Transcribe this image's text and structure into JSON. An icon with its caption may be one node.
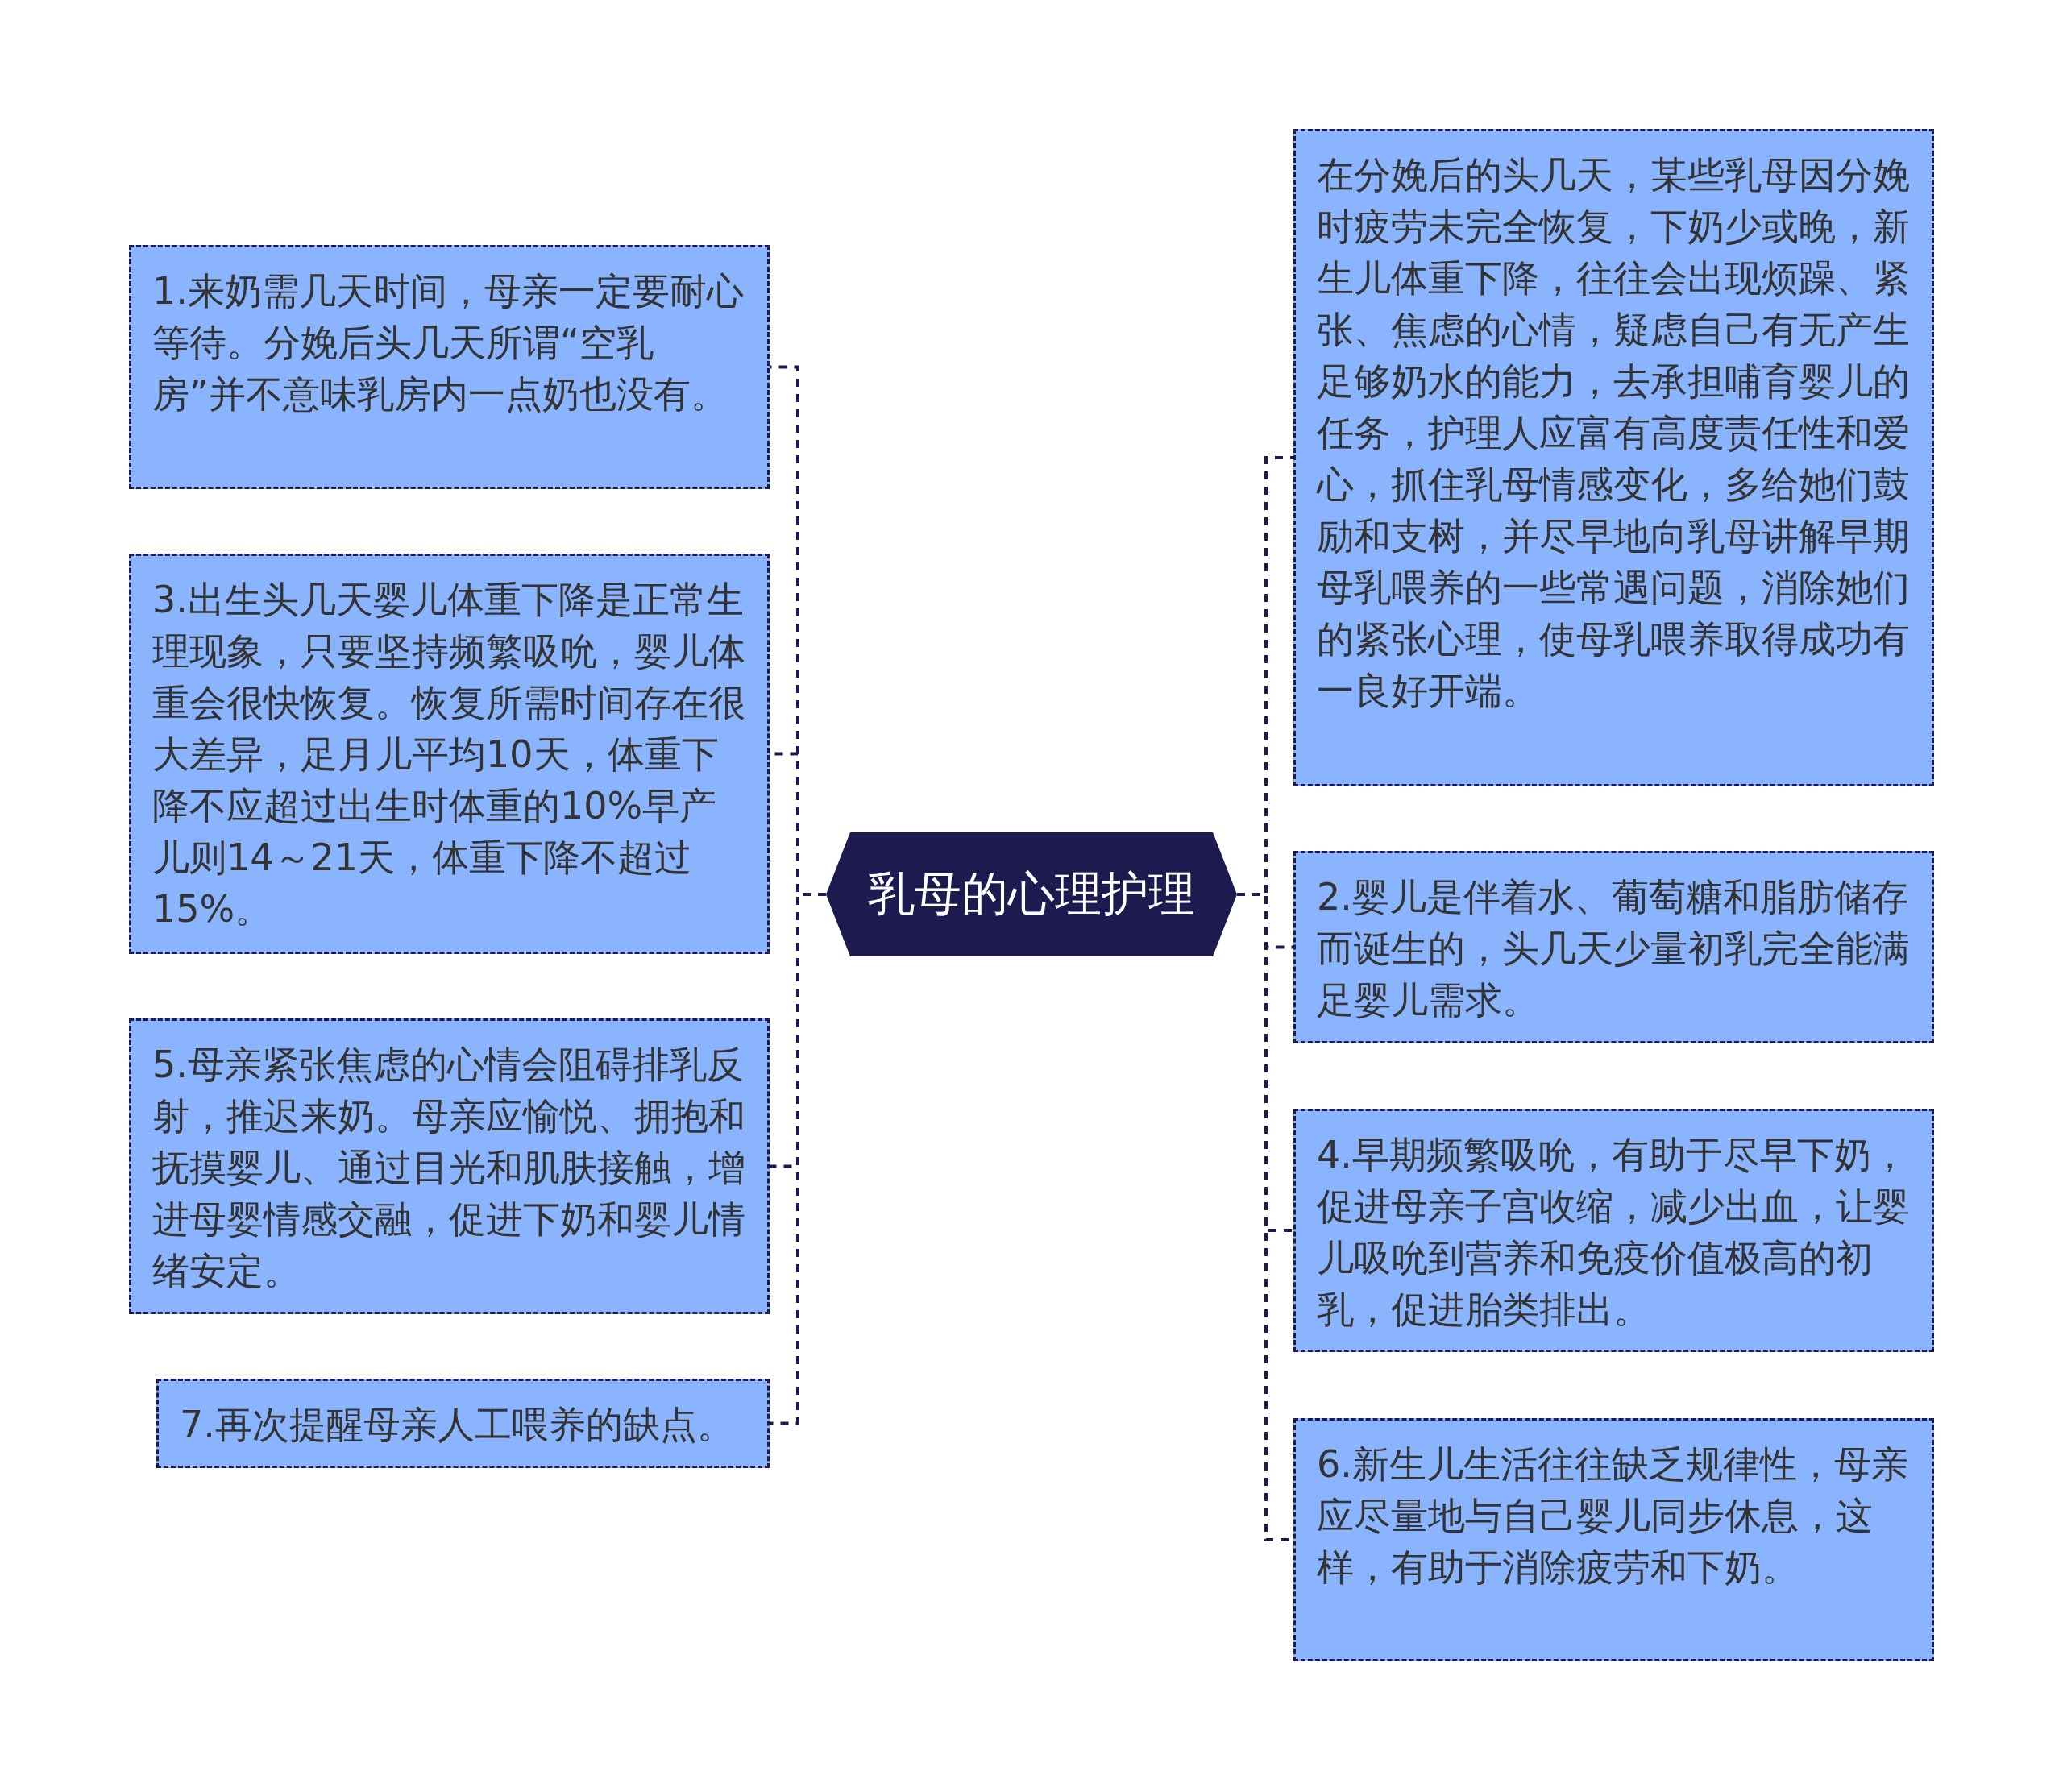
{
  "diagram": {
    "nodes": [
      {
        "text": [
          "乳母的心理护理"
        ]
      },
      {
        "text": [
          "1.来奶需几天时间，母亲一定要耐心等待。分娩后头几天所谓“空乳房”并不意味乳房内一点奶也没有。"
        ]
      },
      {
        "text": [
          "3.出生头几天婴儿体重下降是正常生理现象，只要坚持频繁吸吮，婴儿体重会很快恢复。恢复所需时间存在很大差异，足月儿平均10天，体重下降不应超过出生时体重的10%早产儿则14～21天，体重下降不超过15%。"
        ]
      },
      {
        "text": [
          "5.母亲紧张焦虑的心情会阻碍排乳反射，推迟来奶。母亲应愉悦、拥抱和抚摸婴儿、通过目光和肌肤接触，增进母婴情感交融，促进下奶和婴儿情绪安定。"
        ]
      },
      {
        "text": [
          "7.再次提醒母亲人工喂养的缺点。"
        ]
      },
      {
        "text": [
          "在分娩后的头几天，某些乳母因分娩时疲劳未完全恢复，下奶少或晚，新生儿体重下降，往往会出现烦躁、紧张、焦虑的心情，疑虑自己有无产生足够奶水的能力，去承担哺育婴儿的任务，护理人应富有高度责任性和爱心，抓住乳母情感变化，多给她们鼓励和支树，并尽早地向乳母讲解早期母乳喂养的一些常遇问题，消除她们的紧张心理，使母乳喂养取得成功有一良好开端。"
        ]
      },
      {
        "text": [
          "2.婴儿是伴着水、葡萄糖和脂肪储存而诞生的，头几天少量初乳完全能满足婴儿需求。"
        ]
      },
      {
        "text": [
          "4.早期频繁吸吮，有助于尽早下奶，促进母亲子宫收缩，减少出血，让婴儿吸吮到营养和免疫价值极高的初乳，促进胎类排出。"
        ]
      },
      {
        "text": [
          "6.新生儿生活往往缺乏规律性，母亲应尽量地与自己婴儿同步休息，这样，有助于消除疲劳和下奶。"
        ]
      }
    ],
    "edges": [
      {
        "from": 0,
        "to": 1,
        "arrow": "none"
      },
      {
        "from": 0,
        "to": 2,
        "arrow": "none"
      },
      {
        "from": 0,
        "to": 3,
        "arrow": "none"
      },
      {
        "from": 0,
        "to": 4,
        "arrow": "none"
      },
      {
        "from": 0,
        "to": 5,
        "arrow": "none"
      },
      {
        "from": 0,
        "to": 6,
        "arrow": "none"
      },
      {
        "from": 0,
        "to": 7,
        "arrow": "none"
      },
      {
        "from": 0,
        "to": 8,
        "arrow": "none"
      }
    ]
  }
}
